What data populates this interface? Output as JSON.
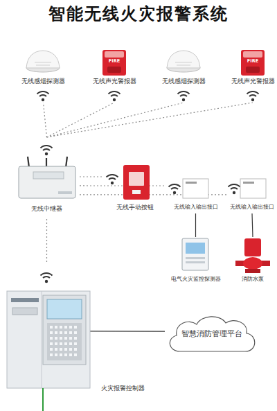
{
  "diagram": {
    "title": "智能无线火灾报警系统",
    "nodes": [
      {
        "text": [
          "无线感烟探测器"
        ]
      },
      {
        "text": [
          "无线声光警报器"
        ]
      },
      {
        "text": [
          "无线感烟探测器"
        ]
      },
      {
        "text": [
          "无线声光警报器"
        ]
      },
      {
        "text": [
          "无线中继器"
        ]
      },
      {
        "text": [
          "无线手动按钮"
        ]
      },
      {
        "text": [
          "无线输入输出接口"
        ]
      },
      {
        "text": [
          "无线输入输出接口"
        ]
      },
      {
        "text": [
          "电气火灾监控探测器"
        ]
      },
      {
        "text": [
          "消防水泵"
        ]
      },
      {
        "text": [
          "智慧消防管理平台"
        ]
      },
      {
        "text": [
          "火灾报警控制器"
        ]
      }
    ],
    "edges": [
      {
        "from": 4,
        "to": 0,
        "arrow": "none"
      },
      {
        "from": 4,
        "to": 1,
        "arrow": "none"
      },
      {
        "from": 4,
        "to": 2,
        "arrow": "none"
      },
      {
        "from": 4,
        "to": 3,
        "arrow": "none"
      },
      {
        "from": 4,
        "to": 5,
        "arrow": "none"
      },
      {
        "from": 4,
        "to": 6,
        "arrow": "none"
      },
      {
        "from": 4,
        "to": 7,
        "arrow": "none"
      },
      {
        "from": 6,
        "to": 8,
        "arrow": "none"
      },
      {
        "from": 7,
        "to": 9,
        "arrow": "none"
      },
      {
        "from": 4,
        "to": 11,
        "arrow": "none"
      },
      {
        "from": 11,
        "to": 10,
        "arrow": "none"
      }
    ],
    "labels": [
      "FIRE",
      "FIRE"
    ]
  }
}
